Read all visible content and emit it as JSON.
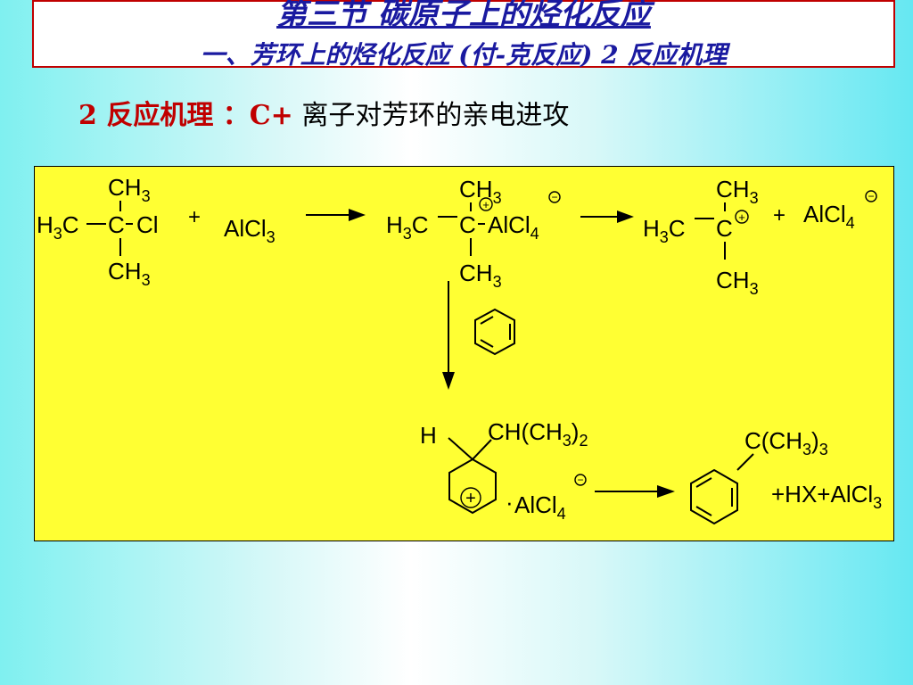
{
  "header": {
    "title": "第三节 碳原子上的烃化反应",
    "subtitle": "一、芳环上的烃化反应 (付-克反应)   2  反应机理"
  },
  "heading": {
    "part1": "2 反应机理 ：",
    "part2": "C+",
    "part3": " 离子对芳环的亲电进攻"
  },
  "diagram": {
    "reactant1": {
      "ch3_top": "CH",
      "ch3_top_sub": "3",
      "h3c": "H",
      "h3c_sub": "3",
      "h3c_c": "C",
      "center": "C",
      "cl": "Cl",
      "ch3_bottom": "CH",
      "ch3_bottom_sub": "3"
    },
    "plus1": "+",
    "reagent": {
      "text": "AlCl",
      "sub": "3"
    },
    "complex": {
      "ch3_top": "CH",
      "sub": "3",
      "h3c": "H",
      "h3c_c": "C",
      "center": "C",
      "alcl": "AlCl",
      "alcl_sub": "4",
      "ch3_bottom": "CH",
      "plus_sign": "+",
      "minus_sign": "−"
    },
    "carbocation": {
      "ch3_top": "CH",
      "sub": "3",
      "h3c": "H",
      "h3c_c": "C",
      "center": "C",
      "plus_sign": "+",
      "ch3_bottom": "CH"
    },
    "plus2": "+",
    "anion": {
      "text": "AlCl",
      "sub": "4",
      "minus_sign": "−"
    },
    "sigma": {
      "h": "H",
      "substituent": "CH(CH",
      "sub3": "3",
      "close": ")",
      "sub2": "2",
      "plus_sign": "+",
      "dot": "·",
      "alcl": "AlCl",
      "alcl_sub": "4",
      "minus_sign": "−"
    },
    "product": {
      "substituent": "C(CH",
      "sub3": "3",
      "close": ")",
      "sub": "3"
    },
    "byproducts": {
      "text": "+HX+AlCl",
      "sub": "3"
    }
  }
}
